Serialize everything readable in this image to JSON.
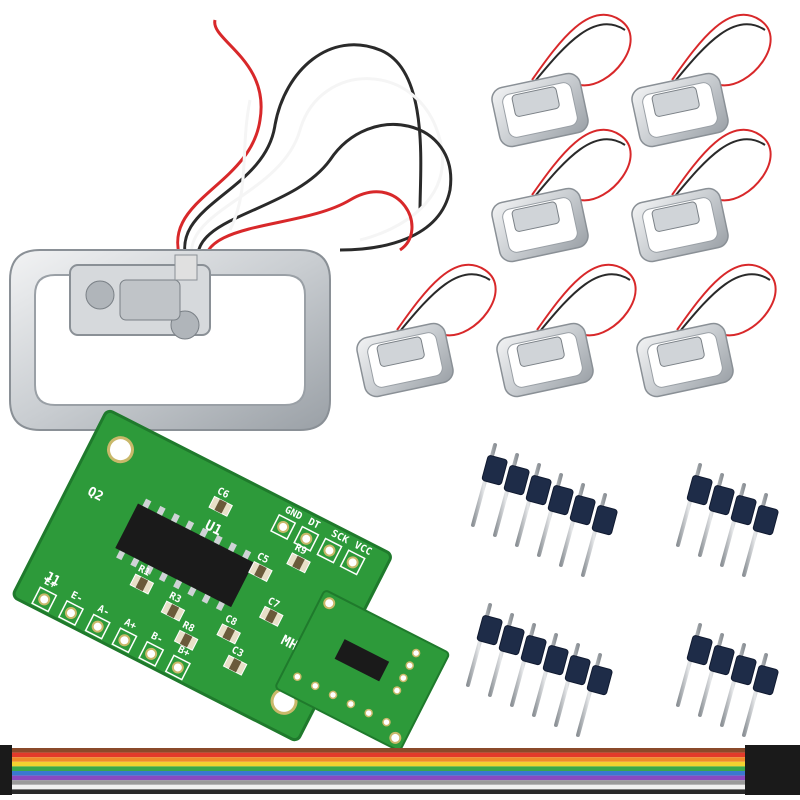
{
  "board_large": {
    "pin_labels_top": [
      "GND",
      "DT",
      "SCK",
      "VCC"
    ],
    "pin_labels_left": [
      "E+",
      "E-",
      "A-",
      "A+",
      "B-",
      "B+"
    ],
    "chip_label": "U1",
    "transistor_label": "Q2",
    "header_label": "J1",
    "components": [
      "C6",
      "R9",
      "C5",
      "C7",
      "C8",
      "R1",
      "R3",
      "R8",
      "C3"
    ],
    "brand_mark": "MH"
  },
  "colors": {
    "pcb_green": "#2d9a3a",
    "pcb_dark": "#1f7a2c",
    "metal": "#d9dcdf",
    "header_plastic": "#1e2c48",
    "pin_metal": "#bfc3c6"
  },
  "ribbon_colors": [
    "#8a4a2a",
    "#e23a2a",
    "#f08a2a",
    "#f2d230",
    "#3aa84a",
    "#3a78d0",
    "#8a4ac0",
    "#9a9a9a",
    "#f0f0f0",
    "#2a2a2a"
  ]
}
